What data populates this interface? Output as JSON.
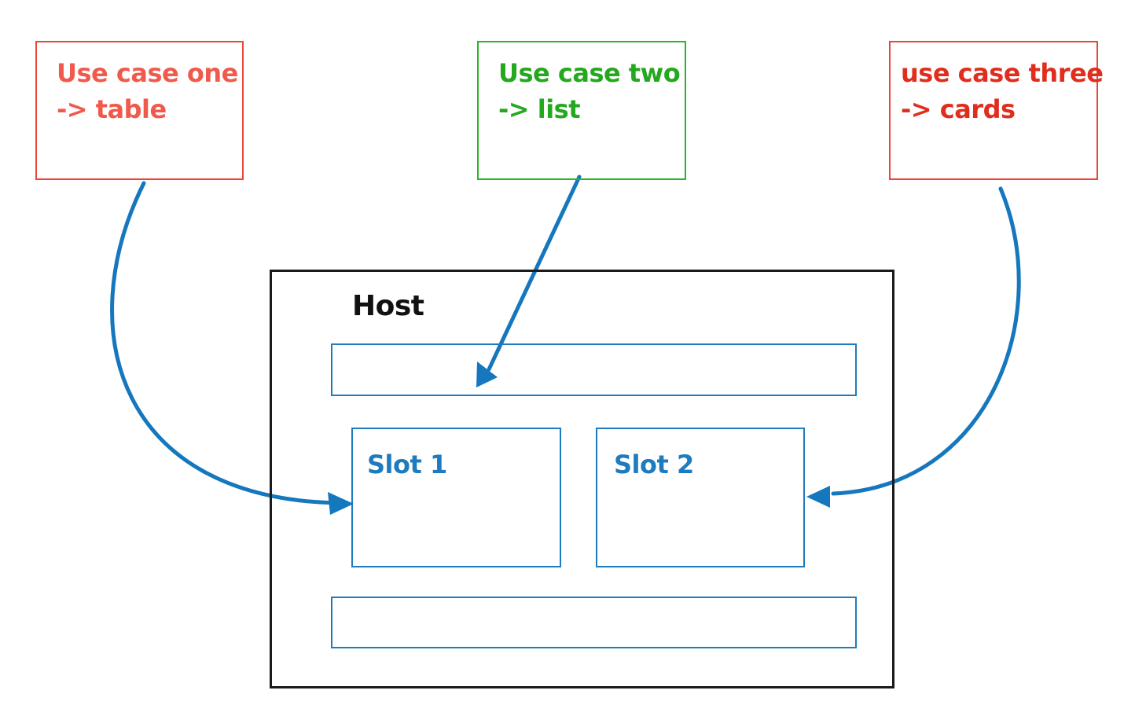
{
  "use_cases": [
    {
      "id": "one",
      "line1": "Use case one",
      "line2": "-> table",
      "color": "#f05a4c",
      "target": "slot-1"
    },
    {
      "id": "two",
      "line1": "Use case two",
      "line2": "-> list",
      "color": "#23a81e",
      "target": "top-bar"
    },
    {
      "id": "three",
      "line1": "use case three",
      "line2": "-> cards",
      "color": "#e02e1e",
      "target": "slot-2"
    }
  ],
  "host": {
    "title": "Host",
    "border_color": "#1a1a1a",
    "top_bar_label": "",
    "bottom_bar_label": "",
    "slots": [
      {
        "label": "Slot 1"
      },
      {
        "label": "Slot 2"
      }
    ]
  },
  "colors": {
    "arrow": "#1577bd",
    "slot_border": "#1e7bbf",
    "red_border": "#e8473c",
    "green_border": "#2db52a"
  }
}
